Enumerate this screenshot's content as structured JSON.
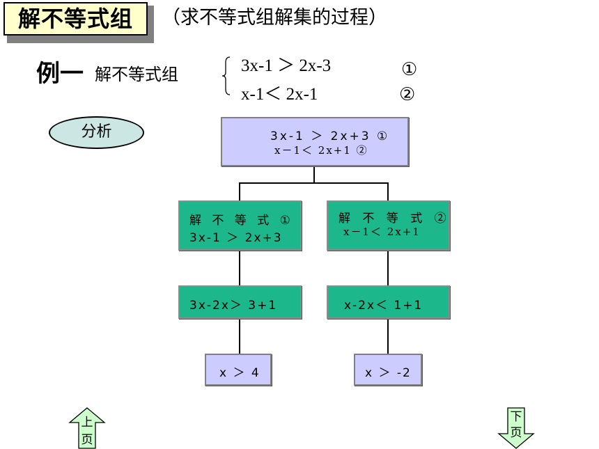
{
  "header": {
    "title": "解不等式组",
    "subtitle": "（求不等式组解集的过程）"
  },
  "example": {
    "label": "例一",
    "description": "解不等式组",
    "inequality_1": "3x-1 ＞ 2x-3",
    "inequality_2": "x-1＜ 2x-1",
    "marker_1": "①",
    "marker_2": "②"
  },
  "analysis_label": "分析",
  "flowchart": {
    "top_line_1": "3x-1 ＞ 2x+3 ①",
    "top_line_2": "x－1＜ 2x+1  ②",
    "left_step_1_title": "解 不 等 式 ①",
    "left_step_1_expr": "3x-1 ＞ 2x+3",
    "right_step_1_title": "解 不 等 式 ②",
    "right_step_1_expr": "x－1＜ 2x+1",
    "left_step_2": "3x-2x＞ 3+1",
    "right_step_2": "x-2x＜ 1+1",
    "left_result": "x ＞ 4",
    "right_result": "x ＞ -2"
  },
  "navigation": {
    "prev_line_1": "上",
    "prev_line_2": "页",
    "next_line_1": "下",
    "next_line_2": "页"
  },
  "colors": {
    "title_bg": "#ffffcc",
    "box_lavender": "#ccccff",
    "box_teal": "#1cb88c",
    "ellipse_bg": "#cce6e3",
    "arrow_fill": "#ccffcc"
  }
}
